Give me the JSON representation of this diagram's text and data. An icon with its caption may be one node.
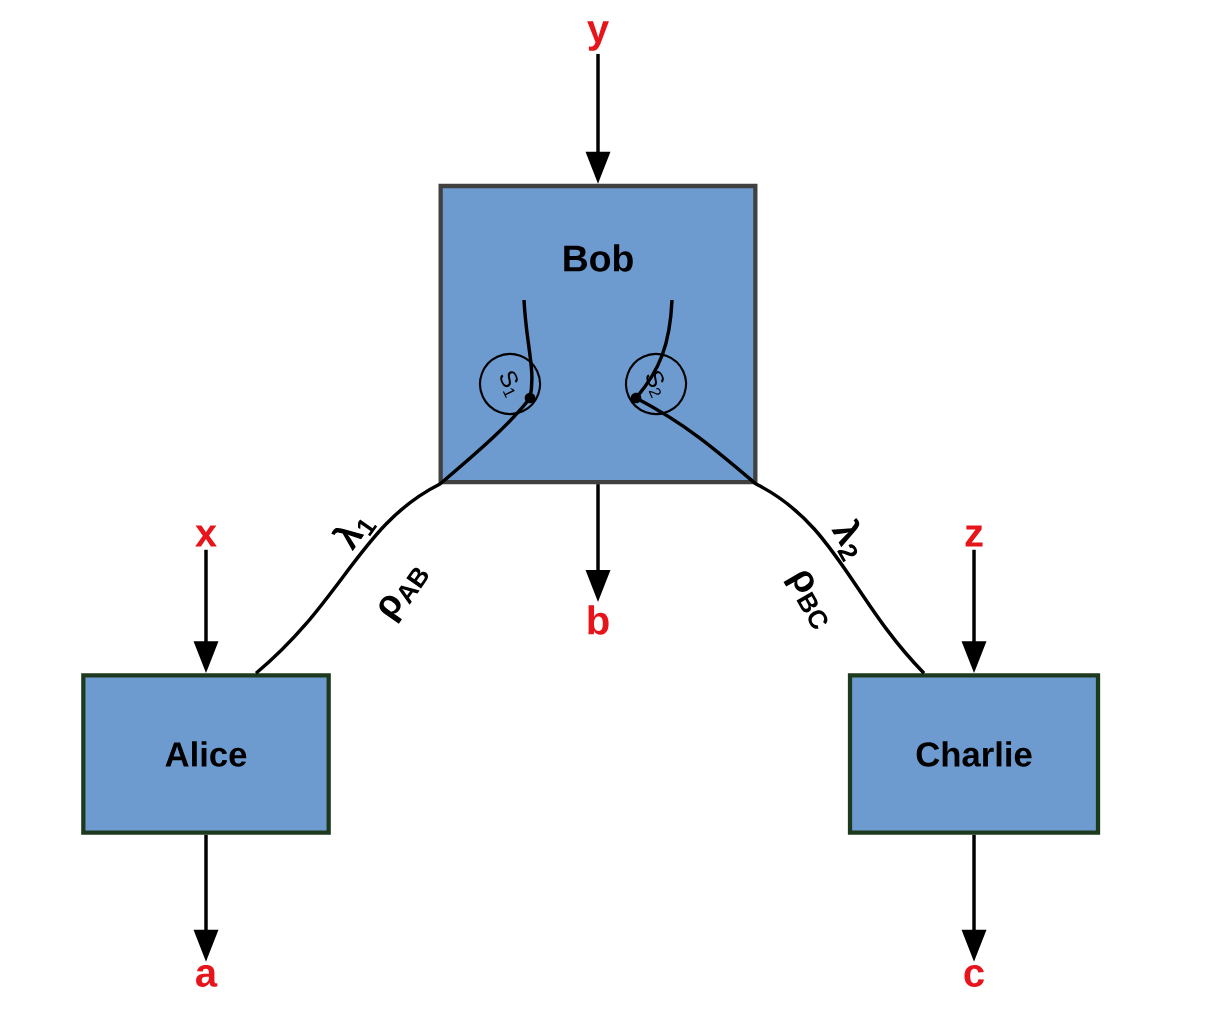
{
  "diagram": {
    "nodes": [
      {
        "text": [
          "Bob"
        ]
      },
      {
        "text": [
          "S$_{1}$"
        ],
        "in": 0
      },
      {
        "text": [
          "S$_{2}$"
        ],
        "in": 0
      },
      {
        "text": [
          "Alice"
        ]
      },
      {
        "text": [
          "Charlie"
        ]
      },
      {
        "text": [
          "y"
        ]
      },
      {
        "text": [
          "b"
        ]
      },
      {
        "text": [
          "x"
        ]
      },
      {
        "text": [
          "a"
        ]
      },
      {
        "text": [
          "z"
        ]
      },
      {
        "text": [
          "c"
        ]
      }
    ],
    "edges": [
      {
        "from": 5,
        "to": 0,
        "arrow": "to"
      },
      {
        "from": 0,
        "to": 6,
        "arrow": "to"
      },
      {
        "from": 7,
        "to": 3,
        "arrow": "to"
      },
      {
        "from": 3,
        "to": 8,
        "arrow": "to"
      },
      {
        "from": 9,
        "to": 4,
        "arrow": "to"
      },
      {
        "from": 4,
        "to": 10,
        "arrow": "to"
      },
      {
        "from": 1,
        "to": 3,
        "arrow": "none"
      },
      {
        "from": 2,
        "to": 4,
        "arrow": "none"
      }
    ],
    "labels": [
      "λ$_{1}$",
      "ρ$_{AB}$",
      "λ$_{2}$",
      "ρ$_{BC}$"
    ]
  }
}
